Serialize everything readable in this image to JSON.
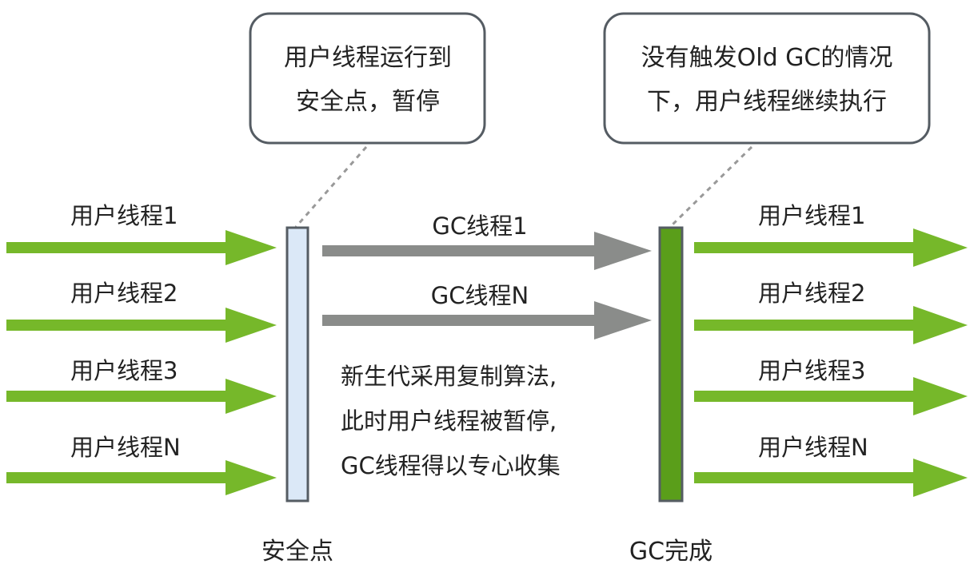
{
  "callouts": {
    "left": {
      "line1": "用户线程运行到",
      "line2": "安全点，暂停"
    },
    "right": {
      "line1": "没有触发Old GC的情况",
      "line2": "下，用户线程继续执行"
    }
  },
  "left_threads": [
    "用户线程1",
    "用户线程2",
    "用户线程3",
    "用户线程N"
  ],
  "gc_threads": [
    "GC线程1",
    "GC线程N"
  ],
  "right_threads": [
    "用户线程1",
    "用户线程2",
    "用户线程3",
    "用户线程N"
  ],
  "note": {
    "line1": "新生代采用复制算法,",
    "line2": "此时用户线程被暂停,",
    "line3": "GC线程得以专心收集"
  },
  "bottom_labels": {
    "safepoint": "安全点",
    "gc_done": "GC完成"
  },
  "colors": {
    "user_thread_arrow": "#76b82a",
    "gc_thread_arrow": "#8a8c8a",
    "safepoint_bar_fill": "#dbe8f7",
    "gc_done_bar_fill": "#5a9e1a",
    "bar_stroke": "#555c63",
    "callout_stroke": "#555c63",
    "dotted_line": "#999999"
  }
}
